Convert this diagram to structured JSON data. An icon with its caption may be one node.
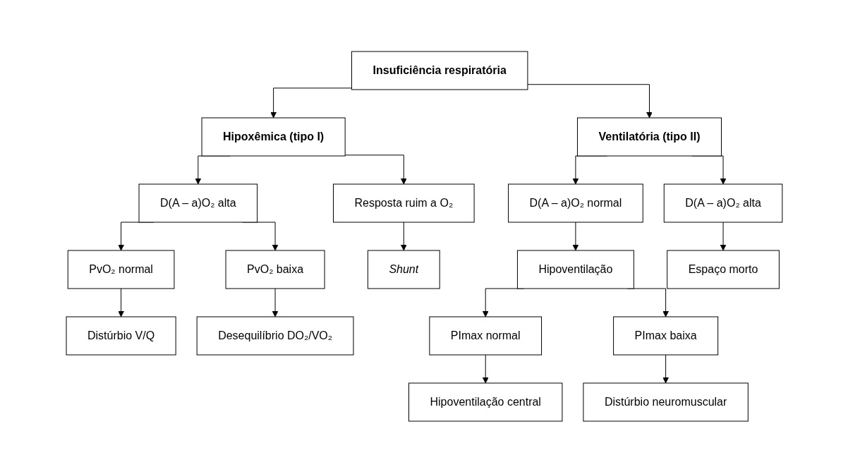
{
  "diagram": {
    "nodes": [
      {
        "text": [
          "Insuficiência respiratória"
        ]
      },
      {
        "text": [
          "Hipoxêmica (tipo I)"
        ]
      },
      {
        "text": [
          "Ventilatória (tipo II)"
        ]
      },
      {
        "text": [
          "D(A – a)O₂ alta"
        ]
      },
      {
        "text": [
          "Resposta ruim a O₂"
        ]
      },
      {
        "text": [
          "D(A – a)O₂ normal"
        ]
      },
      {
        "text": [
          "D(A – a)O₂ alta"
        ]
      },
      {
        "text": [
          "PvO₂ normal"
        ]
      },
      {
        "text": [
          "PvO₂ baixa"
        ]
      },
      {
        "text": [
          "Shunt"
        ]
      },
      {
        "text": [
          "Hipoventilação"
        ]
      },
      {
        "text": [
          "Espaço morto"
        ]
      },
      {
        "text": [
          "Distúrbio V/Q"
        ]
      },
      {
        "text": [
          "Desequilíbrio DO₂/VO₂"
        ]
      },
      {
        "text": [
          "PImax normal"
        ]
      },
      {
        "text": [
          "PImax baixa"
        ]
      },
      {
        "text": [
          "Hipoventilação central"
        ]
      },
      {
        "text": [
          "Distúrbio neuromuscular"
        ]
      }
    ],
    "edges": [
      {
        "from": 0,
        "to": 1,
        "arrow": "to"
      },
      {
        "from": 0,
        "to": 2,
        "arrow": "to"
      },
      {
        "from": 1,
        "to": 3,
        "arrow": "to"
      },
      {
        "from": 1,
        "to": 4,
        "arrow": "to"
      },
      {
        "from": 2,
        "to": 5,
        "arrow": "to"
      },
      {
        "from": 2,
        "to": 6,
        "arrow": "to"
      },
      {
        "from": 3,
        "to": 7,
        "arrow": "to"
      },
      {
        "from": 3,
        "to": 8,
        "arrow": "to"
      },
      {
        "from": 4,
        "to": 9,
        "arrow": "to"
      },
      {
        "from": 5,
        "to": 10,
        "arrow": "to"
      },
      {
        "from": 6,
        "to": 11,
        "arrow": "to"
      },
      {
        "from": 7,
        "to": 12,
        "arrow": "to"
      },
      {
        "from": 8,
        "to": 13,
        "arrow": "to"
      },
      {
        "from": 10,
        "to": 14,
        "arrow": "to"
      },
      {
        "from": 10,
        "to": 15,
        "arrow": "to"
      },
      {
        "from": 14,
        "to": 16,
        "arrow": "to"
      },
      {
        "from": 15,
        "to": 17,
        "arrow": "to"
      }
    ]
  }
}
